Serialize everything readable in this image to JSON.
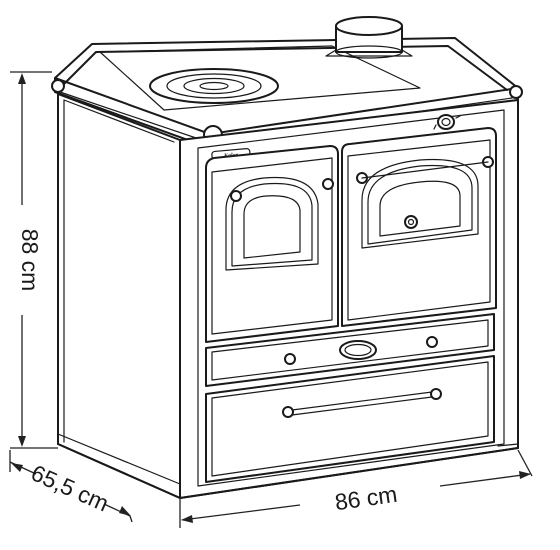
{
  "dimensions": {
    "height": {
      "label": "88 cm",
      "value": 88,
      "unit": "cm"
    },
    "depth": {
      "label": "65,5 cm",
      "value": 65.5,
      "unit": "cm"
    },
    "width": {
      "label": "86 cm",
      "value": 86,
      "unit": "cm"
    }
  },
  "brand_plate": {
    "text": "Kalor"
  }
}
